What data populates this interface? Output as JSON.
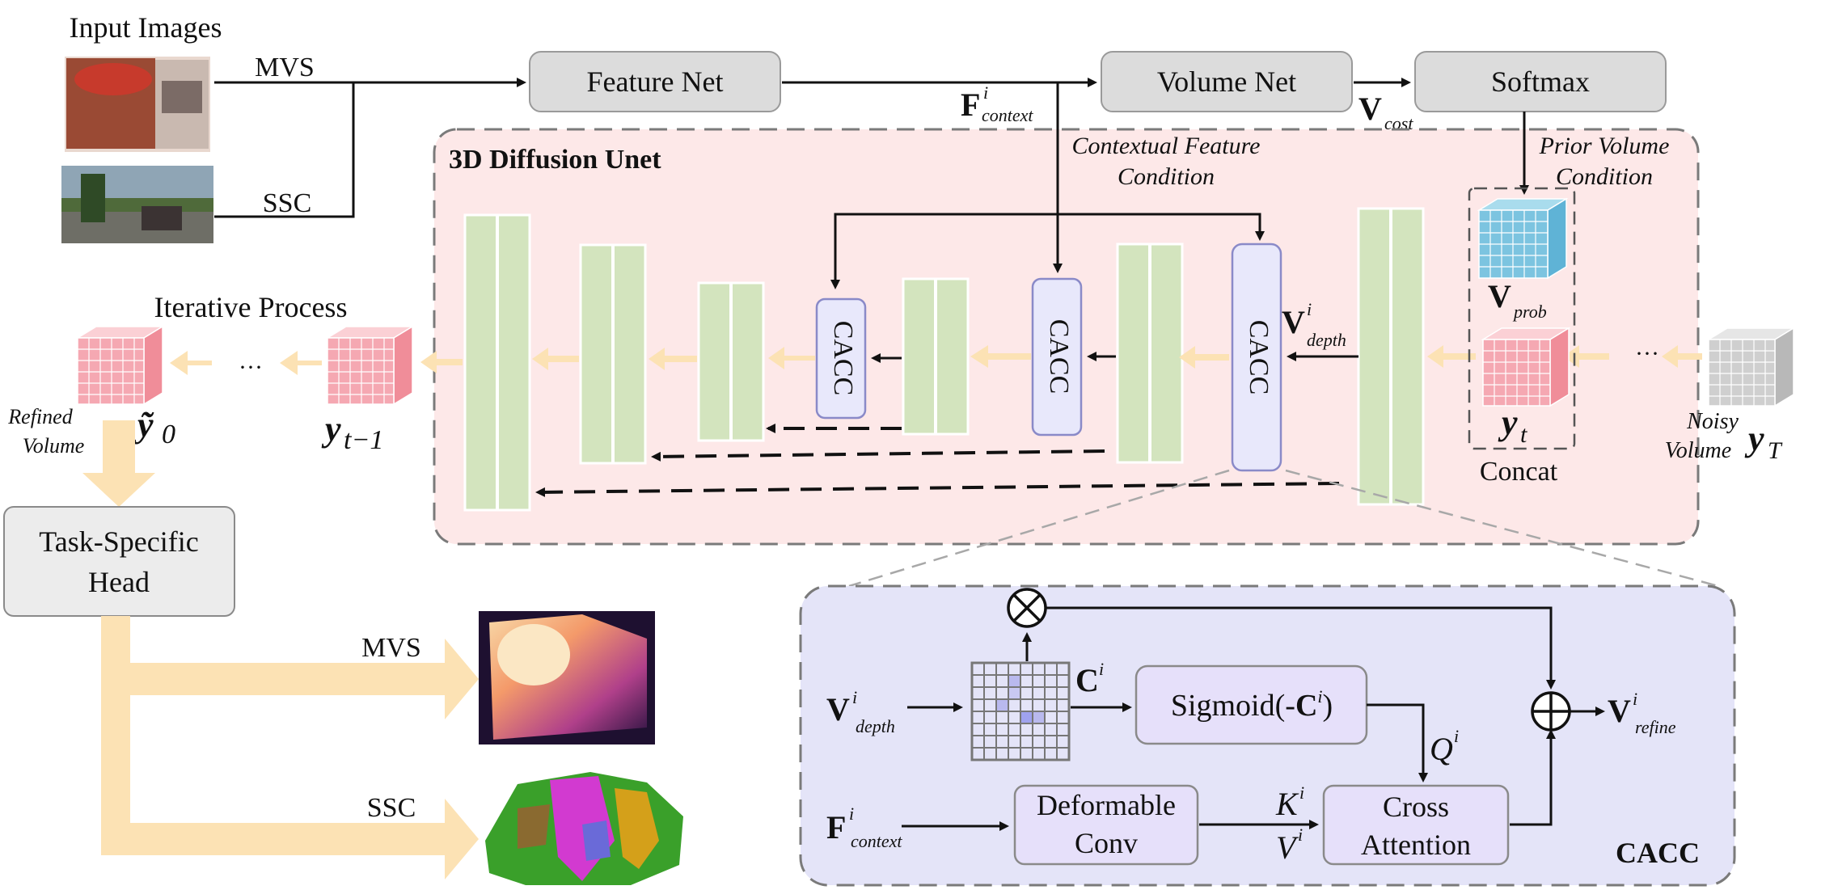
{
  "labels": {
    "input_images": "Input Images",
    "mvs_in": "MVS",
    "ssc_in": "SSC",
    "feature_net": "Feature Net",
    "volume_net": "Volume Net",
    "softmax": "Softmax",
    "f_context_main": "F",
    "f_context_sup": "i",
    "f_context_sub": "context",
    "v_cost_main": "V",
    "v_cost_sub": "cost",
    "diffusion_title": "3D Diffusion Unet",
    "contextual_line1": "Contextual Feature",
    "contextual_line2": "Condition",
    "prior_line1": "Prior Volume",
    "prior_line2": "Condition",
    "cacc": "CACC",
    "v_prob_main": "V",
    "v_prob_sub": "prob",
    "v_depth_main": "V",
    "v_depth_sup": "i",
    "v_depth_sub": "depth",
    "y_t": "y",
    "y_t_sub": "t",
    "concat": "Concat",
    "noisy_line1": "Noisy",
    "noisy_line2": "Volume",
    "y_T": "y",
    "y_T_sub": "T",
    "iterative": "Iterative Process",
    "y_tm1": "y",
    "y_tm1_sub": "t−1",
    "y0": "ỹ",
    "y0_sub": "0",
    "refined_line1": "Refined",
    "refined_line2": "Volume",
    "dots": "···",
    "task_head_line1": "Task-Specific",
    "task_head_line2": "Head",
    "mvs_out": "MVS",
    "ssc_out": "SSC",
    "c_i_main": "C",
    "c_i_sup": "i",
    "sigmoid_a": "Sigmoid(-",
    "sigmoid_b": "C",
    "sigmoid_sup": "i",
    "sigmoid_c": ")",
    "q_main": "Q",
    "q_sup": "i",
    "k_main": "K",
    "k_sup": "i",
    "vv_main": "V",
    "vv_sup": "i",
    "deformable_line1": "Deformable",
    "deformable_line2": "Conv",
    "cross_line1": "Cross",
    "cross_line2": "Attention",
    "v_refine_main": "V",
    "v_refine_sup": "i",
    "v_refine_sub": "refine",
    "cacc_title": "CACC"
  },
  "colors": {
    "diffusion_bg": "#fde8e8",
    "cacc_bg": "#e4e4f8",
    "gray_box": "#dcdcdc",
    "green_block": "#d3e4be",
    "cacc_block": "#e8e8fb",
    "purple_box": "#e6e0fa",
    "light_arrow": "#fce2b4",
    "cube_pink": "#f5a8b2",
    "cube_blue": "#7cc4e0",
    "cube_gray": "#cfcfcf"
  }
}
